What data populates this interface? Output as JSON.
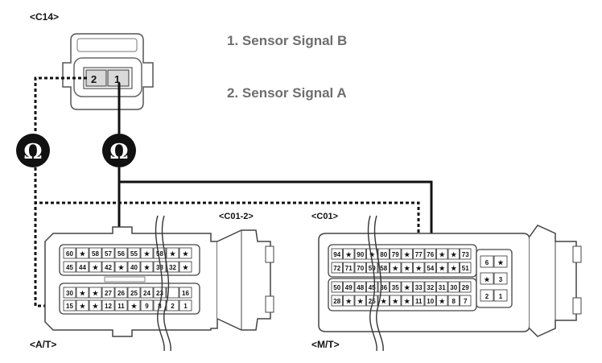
{
  "connectors": {
    "c14": "<C14>",
    "c01_2": "<C01-2>",
    "c01": "<C01>",
    "at": "<A/T>",
    "mt": "<M/T>"
  },
  "legend": {
    "item1": "1. Sensor Signal B",
    "item2": "2. Sensor Signal A"
  },
  "c14_pins": {
    "pin2": "2",
    "pin1": "1"
  },
  "meter_symbol": "Ω",
  "at_rows": {
    "r1": [
      "60",
      "★",
      "58",
      "57",
      "56",
      "55",
      "★",
      "58",
      "★",
      "★"
    ],
    "r2": [
      "45",
      "44",
      "★",
      "42",
      "★",
      "40",
      "★",
      "38",
      "32",
      "★"
    ],
    "r3": [
      "30",
      "★",
      "★",
      "27",
      "26",
      "25",
      "24",
      "23",
      "",
      "16"
    ],
    "r4": [
      "15",
      "★",
      "★",
      "12",
      "11",
      "★",
      "9",
      "8",
      "2",
      "1"
    ]
  },
  "mt_rows": {
    "r1": [
      "94",
      "★",
      "90",
      "★",
      "80",
      "79",
      "★",
      "77",
      "76",
      "★",
      "★",
      "73"
    ],
    "r2": [
      "72",
      "71",
      "70",
      "59",
      "58",
      "★",
      "★",
      "★",
      "54",
      "★",
      "★",
      "51"
    ],
    "r3": [
      "50",
      "49",
      "48",
      "45",
      "36",
      "35",
      "★",
      "33",
      "32",
      "31",
      "30",
      "29"
    ],
    "r4": [
      "28",
      "★",
      "★",
      "25",
      "★",
      "★",
      "★",
      "11",
      "10",
      "★",
      "8",
      "7"
    ]
  },
  "mt_side": {
    "a": "6",
    "b": "★",
    "c": "★",
    "d": "3",
    "e": "2",
    "f": "1"
  },
  "colors": {
    "wire": "#111111",
    "connector_fill": "#ffffff",
    "pin_fill": "#d9d9d9",
    "legend_text": "#6e6e6e"
  }
}
